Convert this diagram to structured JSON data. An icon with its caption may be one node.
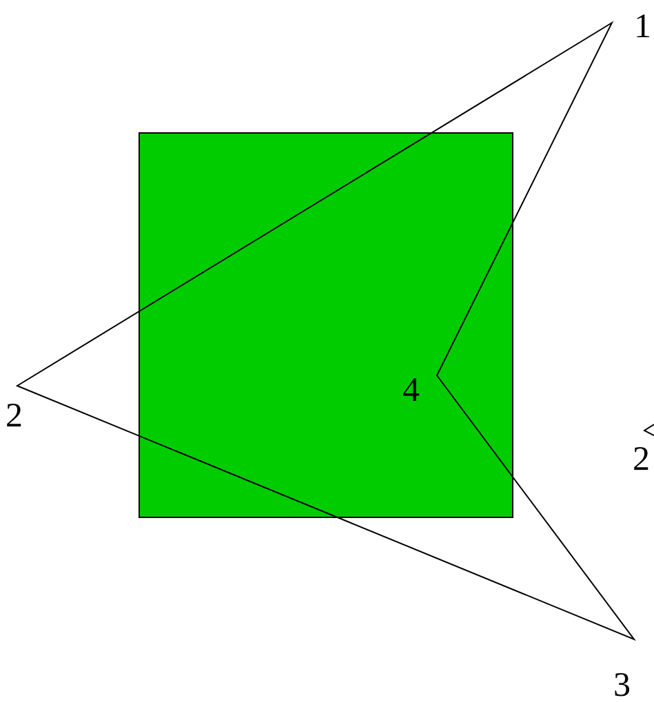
{
  "diagram": {
    "labels": [
      "1",
      "2",
      "4",
      "3",
      "2"
    ]
  }
}
